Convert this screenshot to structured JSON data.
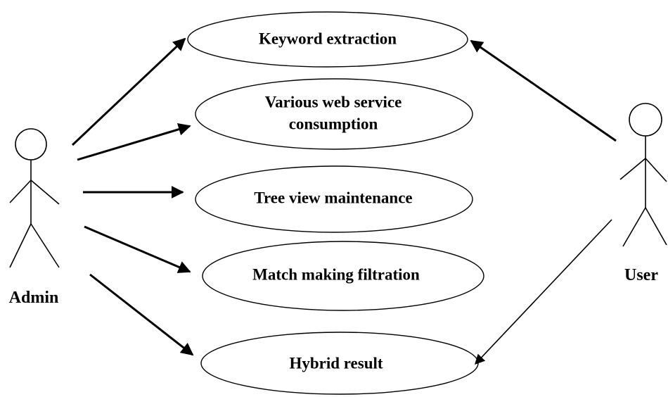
{
  "actors": {
    "admin": {
      "label": "Admin"
    },
    "user": {
      "label": "User"
    }
  },
  "use_cases": [
    {
      "id": "keyword",
      "lines": [
        "Keyword extraction"
      ]
    },
    {
      "id": "web_service",
      "lines": [
        "Various web service",
        "consumption"
      ]
    },
    {
      "id": "tree_view",
      "lines": [
        "Tree view maintenance"
      ]
    },
    {
      "id": "match_making",
      "lines": [
        "Match making filtration"
      ]
    },
    {
      "id": "hybrid",
      "lines": [
        "Hybrid result"
      ]
    }
  ],
  "associations": [
    {
      "from": "admin",
      "to": "keyword"
    },
    {
      "from": "admin",
      "to": "web_service"
    },
    {
      "from": "admin",
      "to": "tree_view"
    },
    {
      "from": "admin",
      "to": "match_making"
    },
    {
      "from": "admin",
      "to": "hybrid"
    },
    {
      "from": "user",
      "to": "keyword"
    },
    {
      "from": "user",
      "to": "hybrid"
    }
  ]
}
